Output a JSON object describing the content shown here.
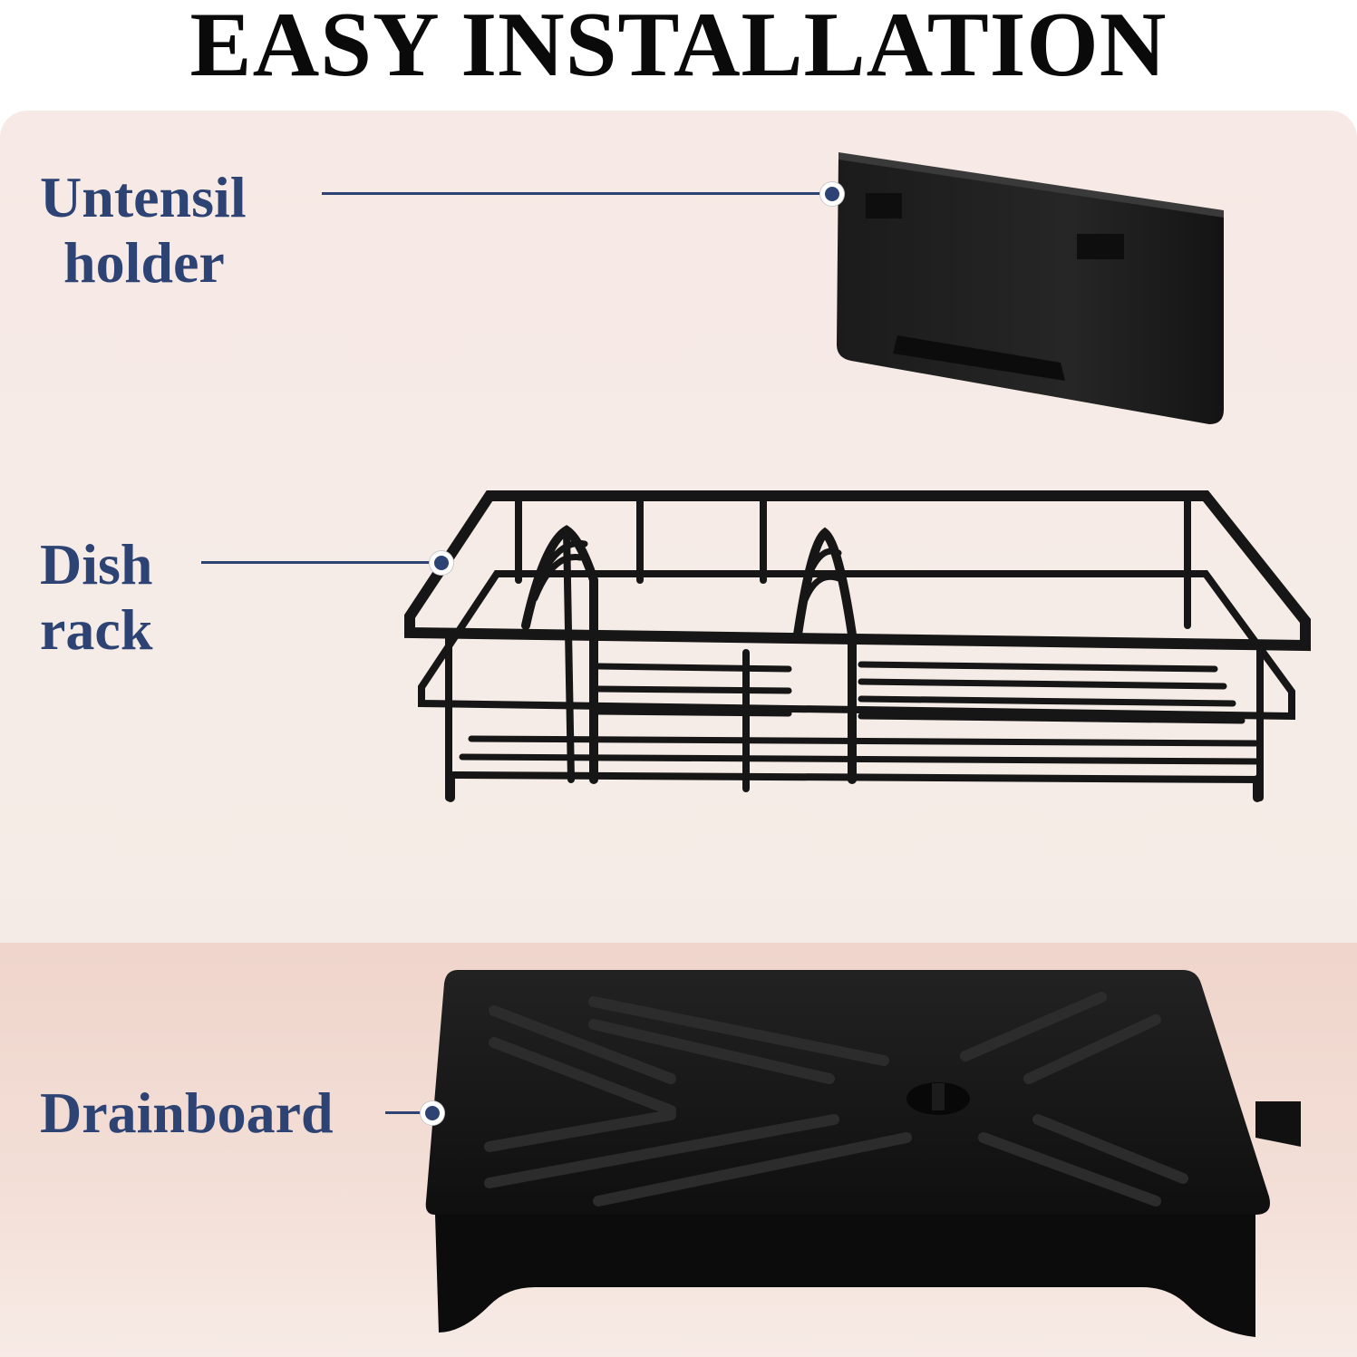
{
  "title": "EASY INSTALLATION",
  "callouts": {
    "utensil": {
      "line1": "Untensil",
      "line2": "holder"
    },
    "dish": {
      "line1": "Dish",
      "line2": "rack"
    },
    "drain": {
      "label": "Drainboard"
    }
  },
  "colors": {
    "label": "#2d4374",
    "product": "#151515",
    "background": "#f6ebe6"
  }
}
